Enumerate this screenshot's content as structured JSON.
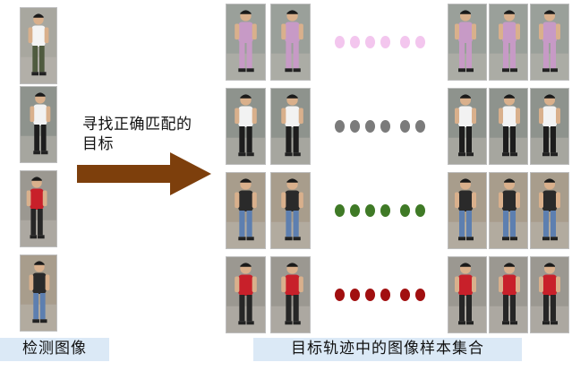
{
  "arrow_text": "寻找正确匹配的目标",
  "left_label": "检测图像",
  "right_label": "目标轨迹中的图像样本集合",
  "colors": {
    "arrow": "#7d3f0c",
    "label_bg": "#dbe9f6",
    "dot_rows": [
      "#f3c6ee",
      "#7b7b7b",
      "#3f7a26",
      "#a10f10"
    ]
  },
  "rows": [
    {
      "person": "pink-dress woman",
      "shirt": "#c79ac6",
      "pants": "#c79ac6",
      "bg": "#9aa09a"
    },
    {
      "person": "white shirt man",
      "shirt": "#f2f2f2",
      "pants": "#1d1d1d",
      "bg": "#8e938d"
    },
    {
      "person": "black tee man",
      "shirt": "#2a2a2a",
      "pants": "#5d7fb0",
      "bg": "#a89d8c"
    },
    {
      "person": "red shirt woman",
      "shirt": "#c8202a",
      "pants": "#262626",
      "bg": "#9b9891"
    }
  ],
  "left_images": [
    {
      "person": "white shirt walker",
      "shirt": "#f4f4f4",
      "pants": "#4f5b3f",
      "bg": "#a8a79f"
    },
    {
      "person": "white shirt man",
      "shirt": "#f2f2f2",
      "pants": "#1d1d1d",
      "bg": "#8e938d"
    },
    {
      "person": "red shirt woman",
      "shirt": "#c8202a",
      "pants": "#262626",
      "bg": "#9b9891"
    },
    {
      "person": "black tee man",
      "shirt": "#2a2a2a",
      "pants": "#5d7fb0",
      "bg": "#a89d8c"
    }
  ]
}
